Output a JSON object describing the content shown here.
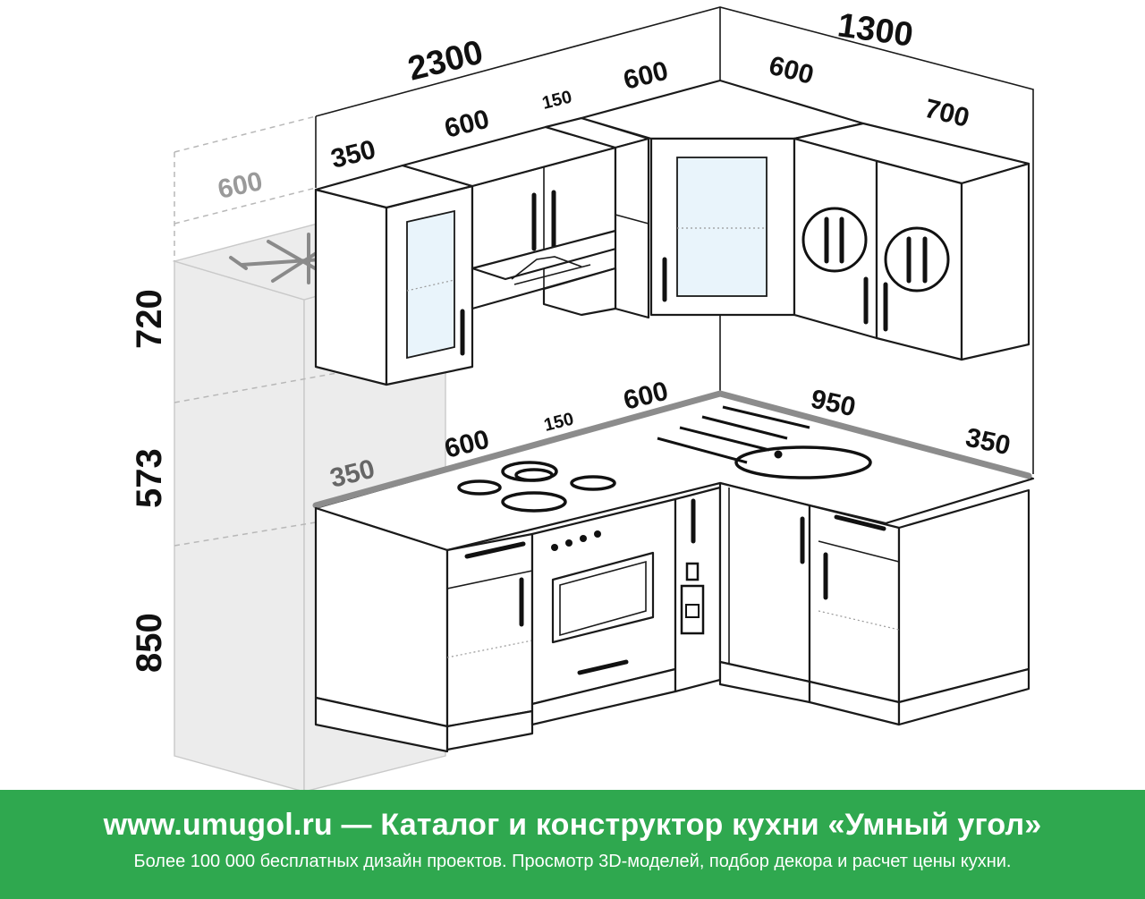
{
  "dimensions": {
    "top_total_left": "2300",
    "top_total_right": "1300",
    "depth_fridge": "600",
    "upper_350": "350",
    "upper_600": "600",
    "upper_150": "150",
    "upper_corner_600": "600",
    "upper_right_600": "600",
    "upper_right_700": "700",
    "height_720": "720",
    "height_573": "573",
    "height_850": "850",
    "lower_350": "350",
    "lower_600": "600",
    "lower_150": "150",
    "lower_corner_600": "600",
    "lower_right_950": "950",
    "lower_right_350": "350"
  },
  "banner": {
    "title": "www.umugol.ru — Каталог и конструктор кухни «Умный угол»",
    "subtitle": "Более 100 000 бесплатных дизайн проектов. Просмотр 3D-моделей, подбор декора и расчет цены кухни."
  },
  "colors": {
    "banner_bg": "#2fa84f",
    "worktop": "#8c8c8c",
    "fridge": "#ececec"
  }
}
